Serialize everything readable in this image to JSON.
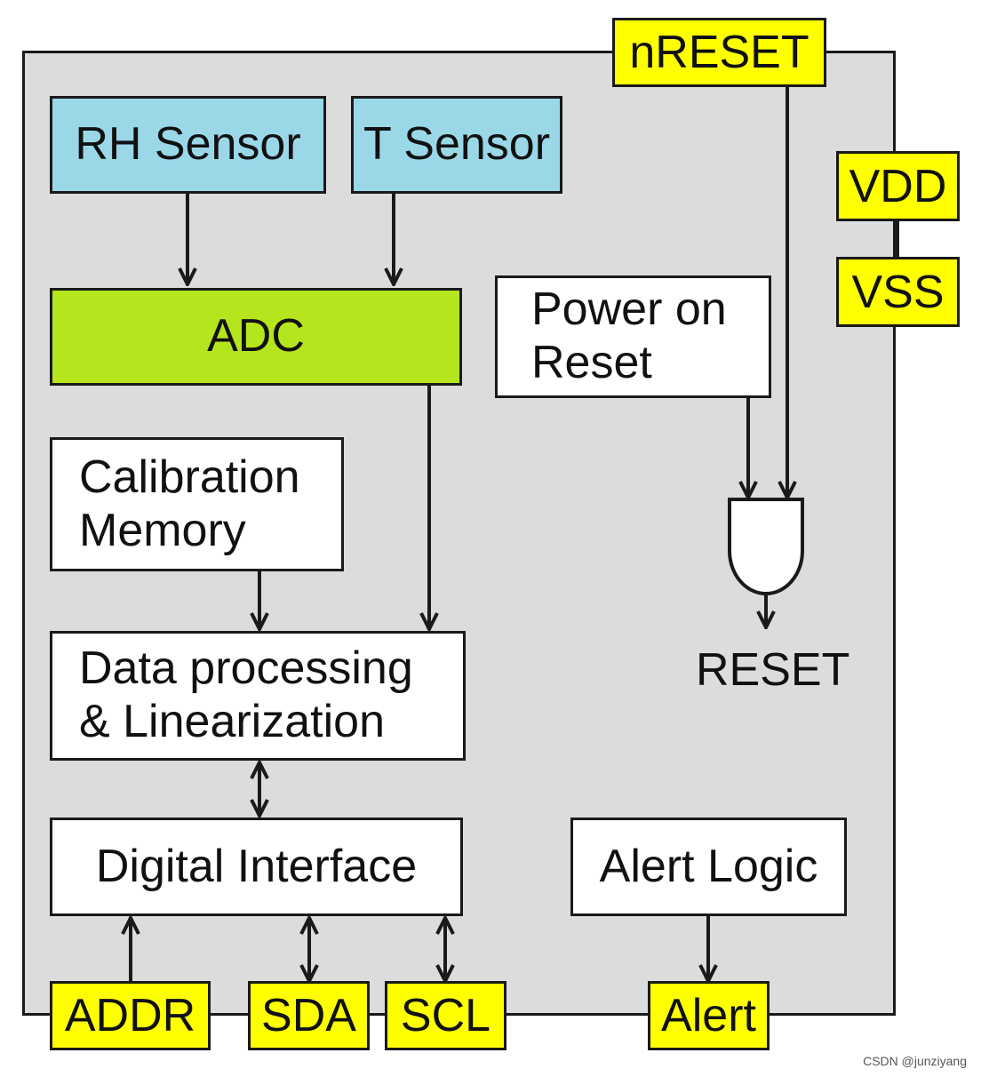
{
  "blocks": {
    "rh_sensor": "RH Sensor",
    "t_sensor": "T Sensor",
    "adc": "ADC",
    "power_on_reset": "Power on\nReset",
    "calibration_memory": "Calibration\nMemory",
    "data_processing": "Data  processing\n& Linearization",
    "digital_interface": "Digital Interface",
    "alert_logic": "Alert  Logic"
  },
  "pins": {
    "nreset": "nRESET",
    "vdd": "VDD",
    "vss": "VSS",
    "addr": "ADDR",
    "sda": "SDA",
    "scl": "SCL",
    "alert": "Alert"
  },
  "signals": {
    "reset": "RESET"
  },
  "watermark": "CSDN @junziyang",
  "colors": {
    "chip_background": "#dcdcdc",
    "sensor_fill": "#9ad8e8",
    "adc_fill": "#b5e61d",
    "pin_fill": "#ffff00"
  }
}
